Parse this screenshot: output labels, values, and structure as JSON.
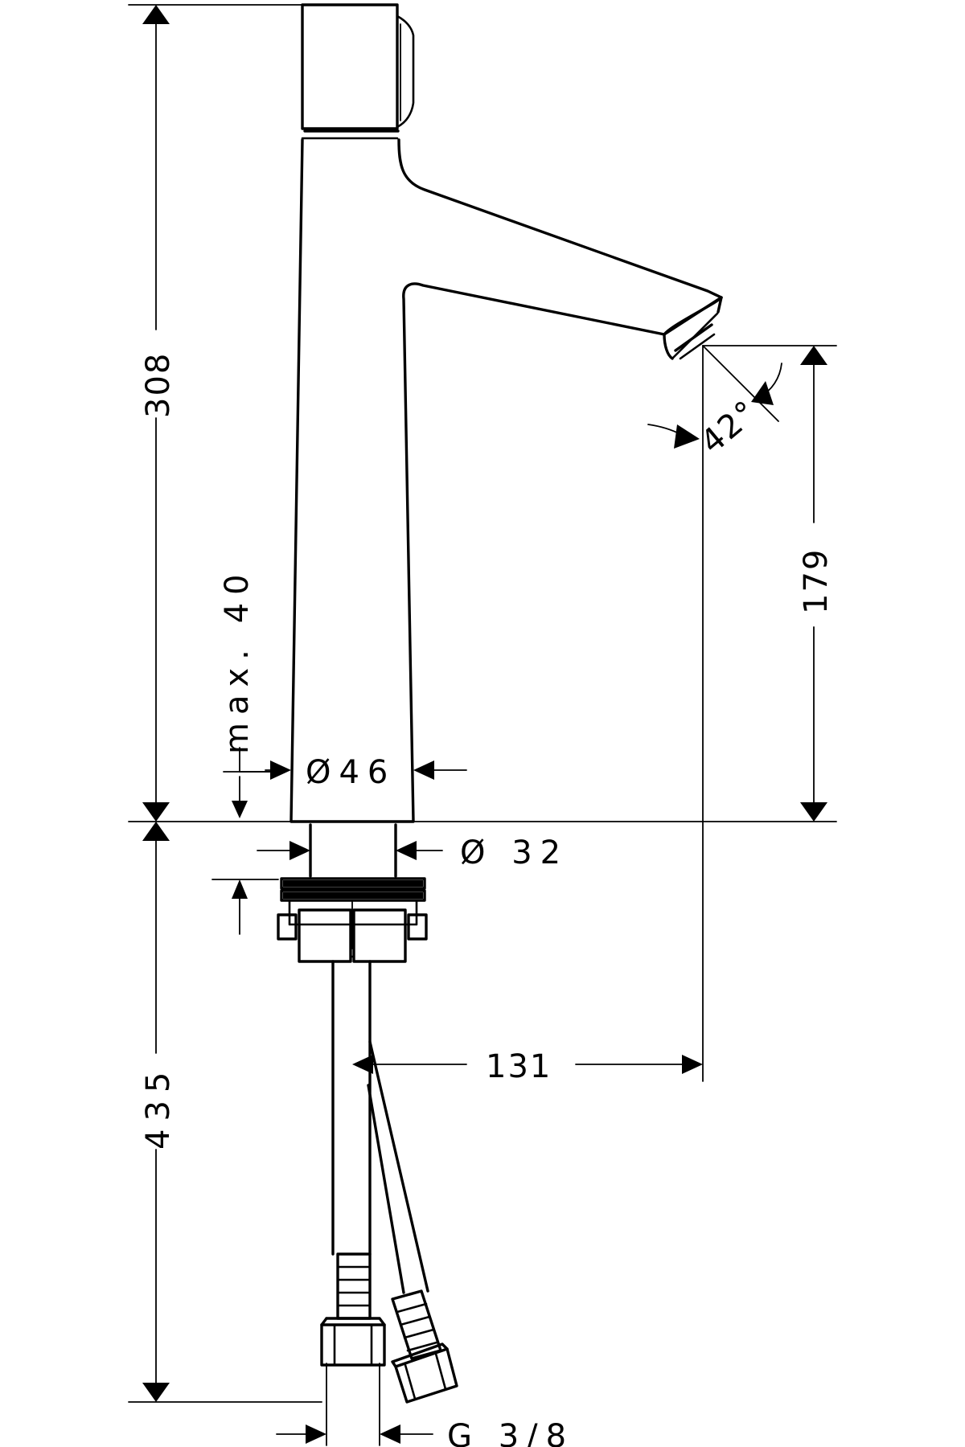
{
  "dimensions": {
    "total_height": "308",
    "spout_height": "179",
    "max_thickness": "max. 40",
    "body_diameter": "Ø46",
    "shank_diameter": "Ø 32",
    "spout_angle": "42°",
    "spout_reach": "131",
    "below_deck_length": "435",
    "connection_thread": "G 3/8"
  }
}
